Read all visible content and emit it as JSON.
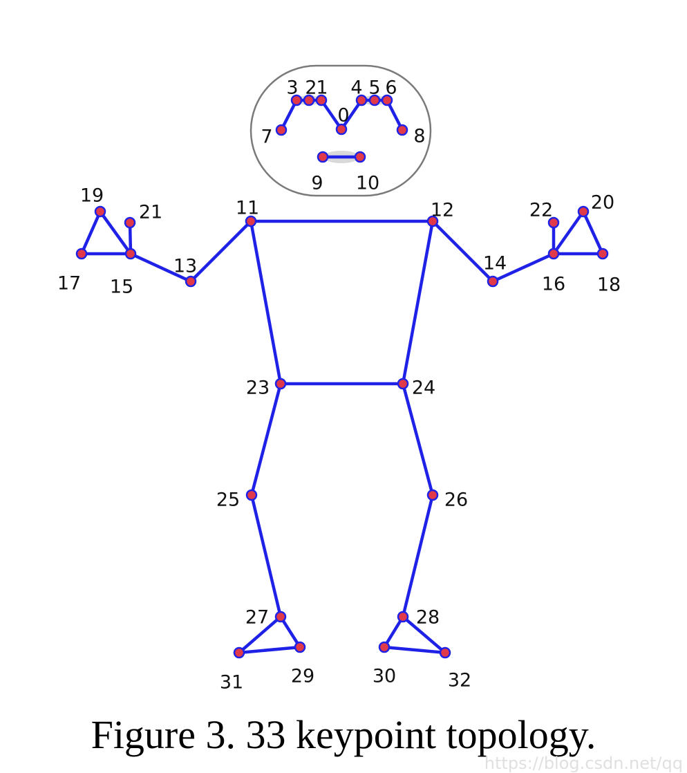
{
  "caption": "Figure 3. 33 keypoint topology.",
  "watermark": "https://blog.csdn.net/qq",
  "colors": {
    "bone": "#1f22e6",
    "joint": "#e03a4a",
    "outline": "#7a7a7a",
    "mouth_fill": "#d9d9d9"
  },
  "keypoints": [
    {
      "id": 0,
      "label": "0"
    },
    {
      "id": 1,
      "label": "1"
    },
    {
      "id": 2,
      "label": "2"
    },
    {
      "id": 3,
      "label": "3"
    },
    {
      "id": 4,
      "label": "4"
    },
    {
      "id": 5,
      "label": "5"
    },
    {
      "id": 6,
      "label": "6"
    },
    {
      "id": 7,
      "label": "7"
    },
    {
      "id": 8,
      "label": "8"
    },
    {
      "id": 9,
      "label": "9"
    },
    {
      "id": 10,
      "label": "10"
    },
    {
      "id": 11,
      "label": "11"
    },
    {
      "id": 12,
      "label": "12"
    },
    {
      "id": 13,
      "label": "13"
    },
    {
      "id": 14,
      "label": "14"
    },
    {
      "id": 15,
      "label": "15"
    },
    {
      "id": 16,
      "label": "16"
    },
    {
      "id": 17,
      "label": "17"
    },
    {
      "id": 18,
      "label": "18"
    },
    {
      "id": 19,
      "label": "19"
    },
    {
      "id": 20,
      "label": "20"
    },
    {
      "id": 21,
      "label": "21"
    },
    {
      "id": 22,
      "label": "22"
    },
    {
      "id": 23,
      "label": "23"
    },
    {
      "id": 24,
      "label": "24"
    },
    {
      "id": 25,
      "label": "25"
    },
    {
      "id": 26,
      "label": "26"
    },
    {
      "id": 27,
      "label": "27"
    },
    {
      "id": 28,
      "label": "28"
    },
    {
      "id": 29,
      "label": "29"
    },
    {
      "id": 30,
      "label": "30"
    },
    {
      "id": 31,
      "label": "31"
    },
    {
      "id": 32,
      "label": "32"
    }
  ],
  "connections": [
    [
      0,
      1
    ],
    [
      1,
      2
    ],
    [
      2,
      3
    ],
    [
      3,
      7
    ],
    [
      0,
      4
    ],
    [
      4,
      5
    ],
    [
      5,
      6
    ],
    [
      6,
      8
    ],
    [
      9,
      10
    ],
    [
      11,
      12
    ],
    [
      11,
      13
    ],
    [
      13,
      15
    ],
    [
      15,
      17
    ],
    [
      15,
      19
    ],
    [
      15,
      21
    ],
    [
      17,
      19
    ],
    [
      12,
      14
    ],
    [
      14,
      16
    ],
    [
      16,
      18
    ],
    [
      16,
      20
    ],
    [
      16,
      22
    ],
    [
      18,
      20
    ],
    [
      11,
      23
    ],
    [
      12,
      24
    ],
    [
      23,
      24
    ],
    [
      23,
      25
    ],
    [
      24,
      26
    ],
    [
      25,
      27
    ],
    [
      27,
      29
    ],
    [
      27,
      31
    ],
    [
      29,
      31
    ],
    [
      26,
      28
    ],
    [
      28,
      30
    ],
    [
      28,
      32
    ],
    [
      30,
      32
    ]
  ]
}
